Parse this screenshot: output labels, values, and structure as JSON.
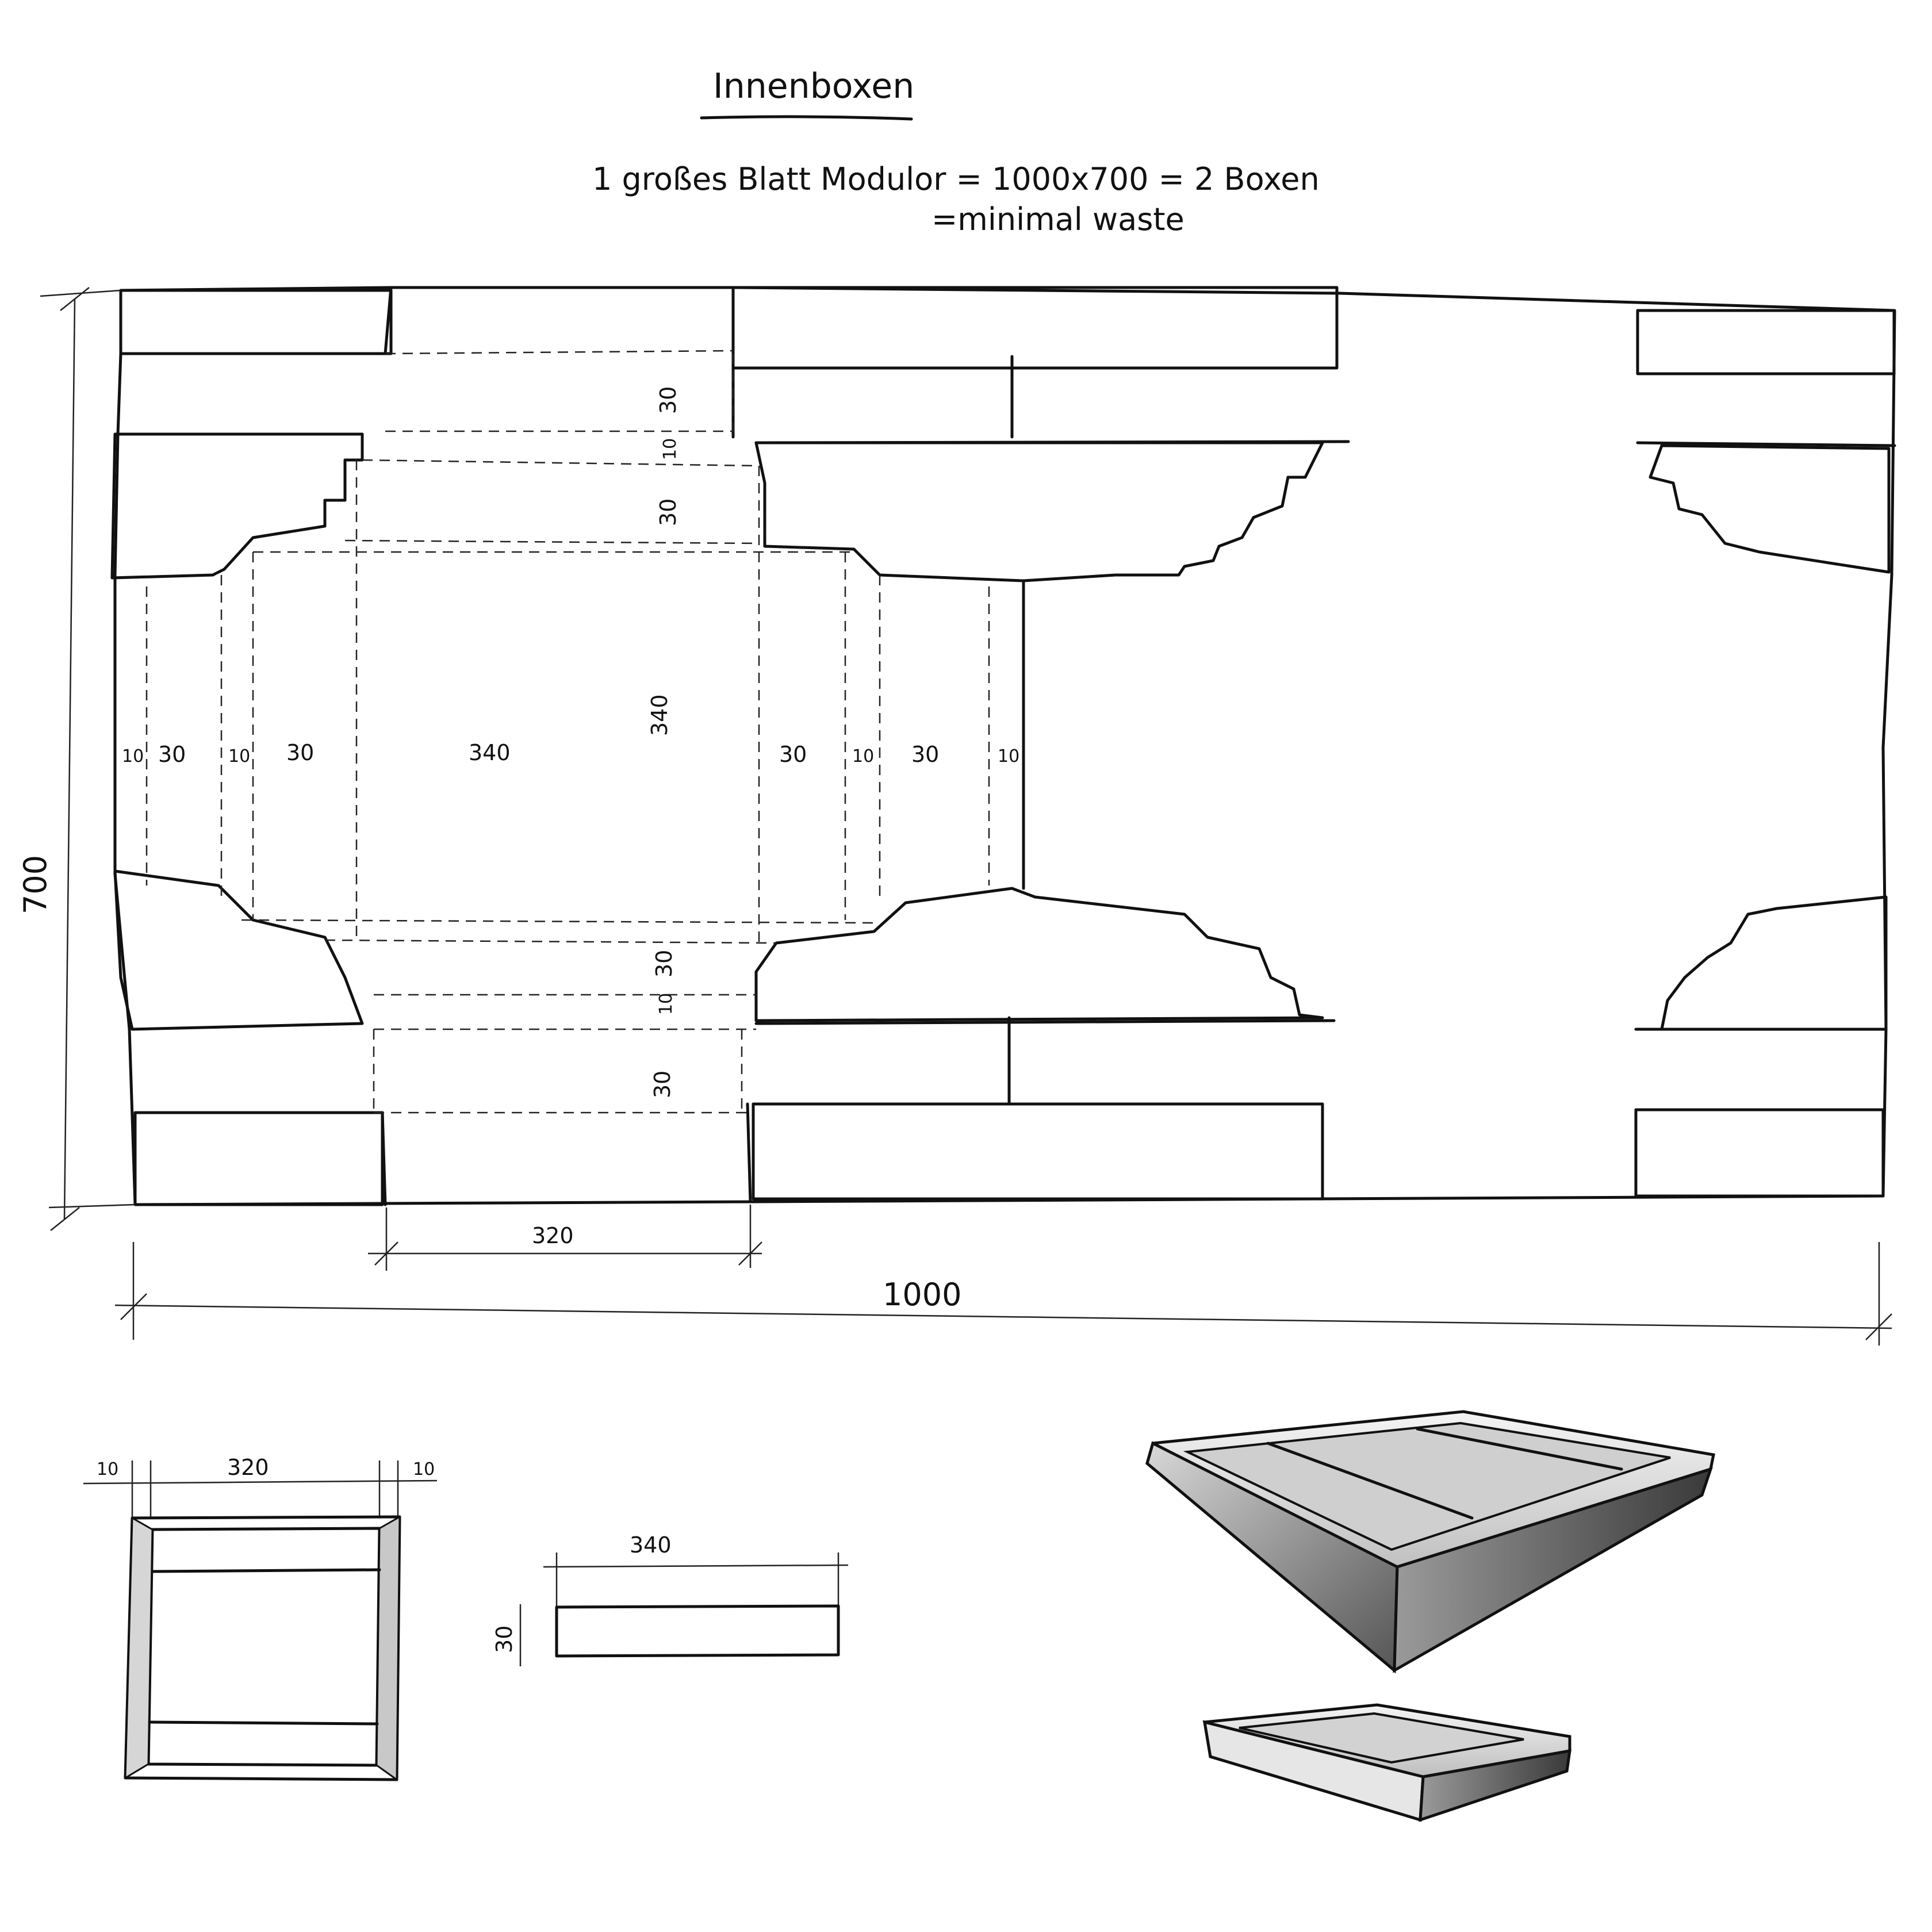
{
  "title": "Innenboxen",
  "notes": {
    "line1": "1 großes Blatt  Modulor = 1000x700 = 2 Boxen",
    "line2": "=minimal waste"
  },
  "sheet_dimensions": {
    "height": "700",
    "width": "1000",
    "box_width": "320"
  },
  "net_labels": {
    "h_10_a": "10",
    "h_30_a": "30",
    "h_10_b": "10",
    "h_30_b": "30",
    "h_340": "340",
    "h_30_c": "30",
    "h_10_c": "10",
    "h_30_d": "30",
    "h_10_d": "10",
    "v_30_a": "30",
    "v_10_a": "10",
    "v_30_b": "30",
    "v_340": "340",
    "v_30_c": "30",
    "v_10_b": "10",
    "v_30_d": "30"
  },
  "plan_view": {
    "left": "10",
    "width": "320",
    "right": "10"
  },
  "strip_view": {
    "length": "340",
    "height": "30"
  }
}
